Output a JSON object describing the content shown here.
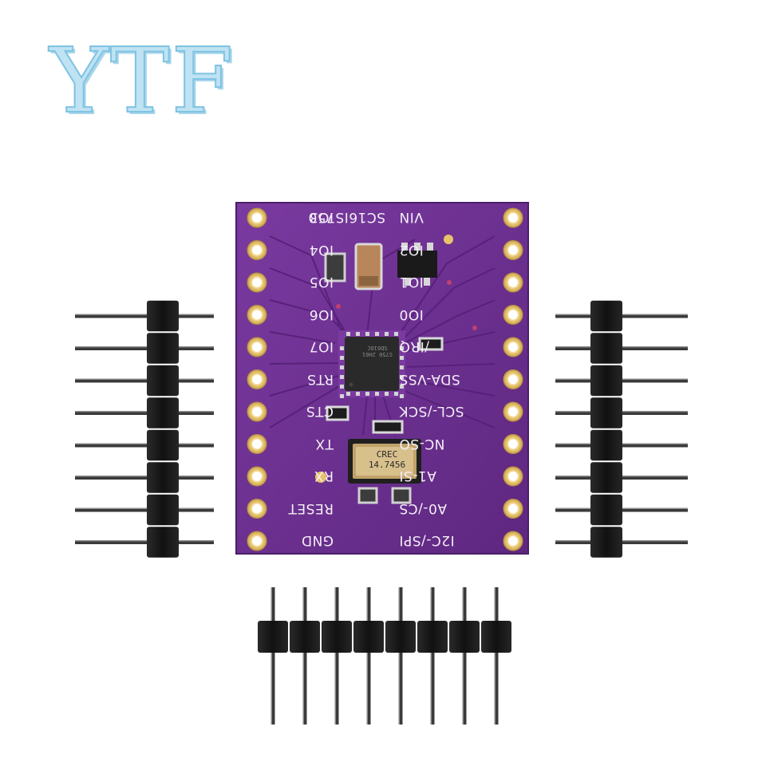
{
  "watermark": {
    "text": "YTF"
  },
  "board": {
    "model": "SC16IS750",
    "left_pins": [
      "IO3",
      "IO4",
      "IO5",
      "IO6",
      "IO7",
      "RTS",
      "CTS",
      "TX",
      "RX",
      "RESET",
      "GND"
    ],
    "right_pins": [
      "VIN",
      "IO2",
      "IO1",
      "IO0",
      "/IRQ",
      "SDA-VSS",
      "SCL-/SCK",
      "NC-SO",
      "A1-SI",
      "A0-/CS",
      "I2C-/SPI"
    ],
    "crystal_line1": "CREC",
    "crystal_line2": "14.7456",
    "chip_marking": "S750 2H01 SD616C"
  },
  "colors": {
    "pcb": "#6a2f8c",
    "pcb_dark": "#4f1f6c",
    "pad_gold": "#e8c36a",
    "header_plastic": "#161616",
    "pin_metal": "#3a3a3a",
    "watermark": "#bfe3f2"
  },
  "headers": {
    "left_pins": 8,
    "right_pins": 8,
    "bottom_pins": 8
  }
}
